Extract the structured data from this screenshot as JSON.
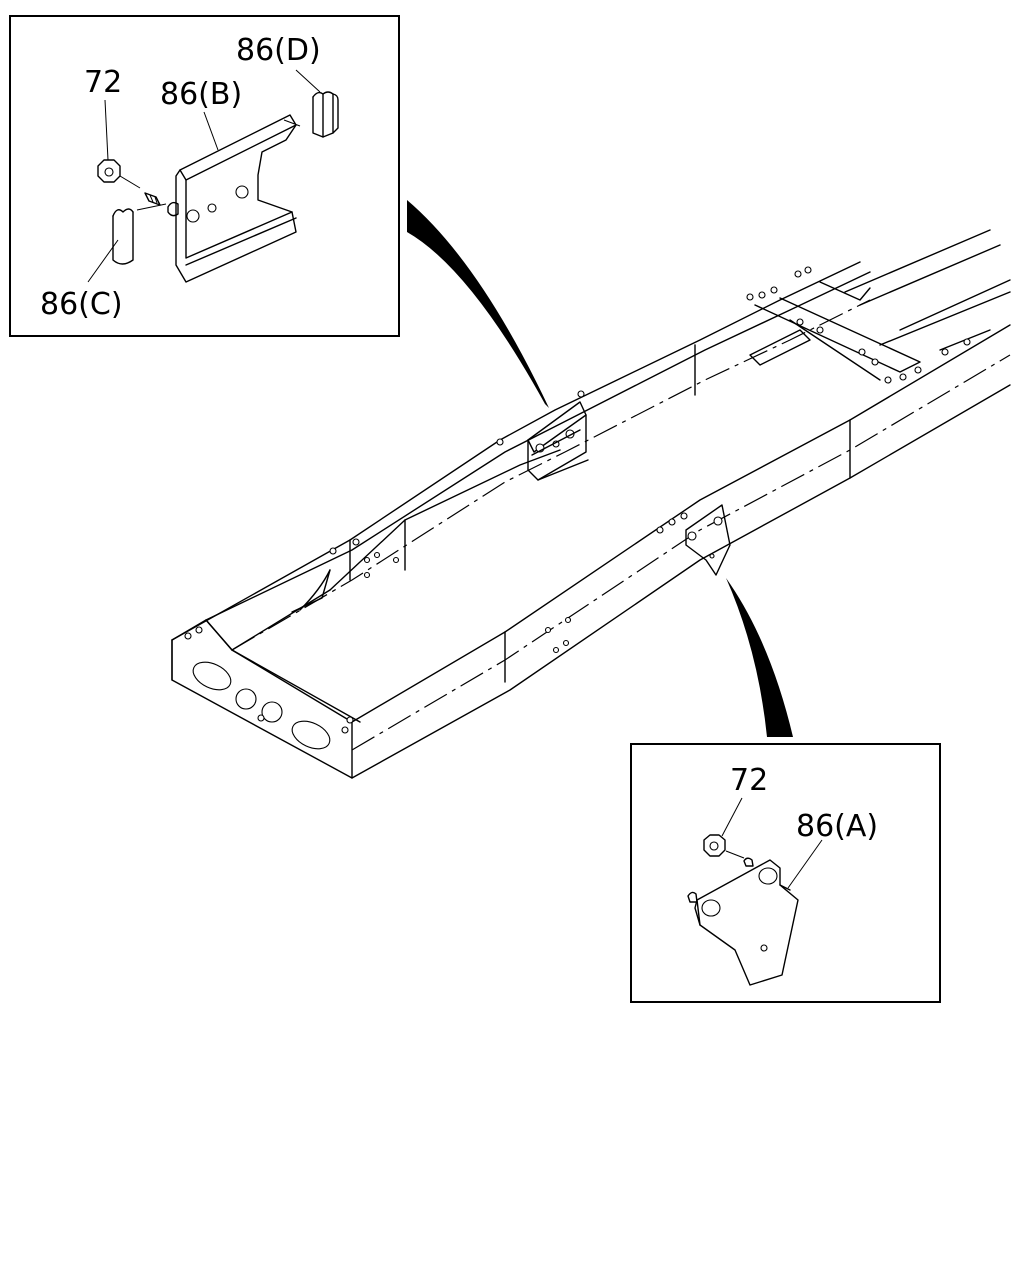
{
  "callouts": {
    "top_left": {
      "nut": "72",
      "bracket_b": "86(B)",
      "clip_d": "86(D)",
      "clip_c": "86(C)"
    },
    "bottom_right": {
      "nut": "72",
      "bracket_a": "86(A)"
    }
  },
  "icons": {
    "frame": "chassis-frame-illustration",
    "detail_arrow": "leader-arrow"
  }
}
